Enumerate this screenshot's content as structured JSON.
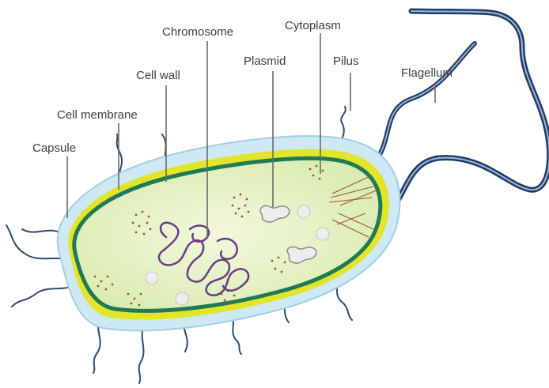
{
  "diagram": {
    "labels": {
      "chromosome": "Chromosome",
      "cytoplasm": "Cytoplasm",
      "plasmid": "Plasmid",
      "pilus": "Pilus",
      "cell_wall": "Cell wall",
      "flagellum": "Flagellum",
      "cell_membrane": "Cell membrane",
      "capsule": "Capsule"
    },
    "colors": {
      "capsule": "#cfe9f4",
      "capsule_edge": "#9fcfe3",
      "cell_wall": "#e3e52b",
      "cell_membrane": "#1f7a55",
      "cytoplasm": "#d9ecb0",
      "cytoplasm_center": "#f2f8dc",
      "chromosome": "#6a3c86",
      "plasmid": "#ededed",
      "ribosome_dots": "#a0522d",
      "pili": "#2f4a6d",
      "flagellum": "#1e3a66"
    },
    "icons": {
      "capsule": "capsule-layer-shape",
      "cell_wall": "cell-wall-layer-shape",
      "cell_membrane": "cell-membrane-shape",
      "cytoplasm": "cytoplasm-shape",
      "chromosome": "chromosome-coil-shape",
      "plasmid": "plasmid-ring-shape",
      "flagellum": "flagellum-whip-shape",
      "pili": "pilus-hair-shape"
    }
  }
}
